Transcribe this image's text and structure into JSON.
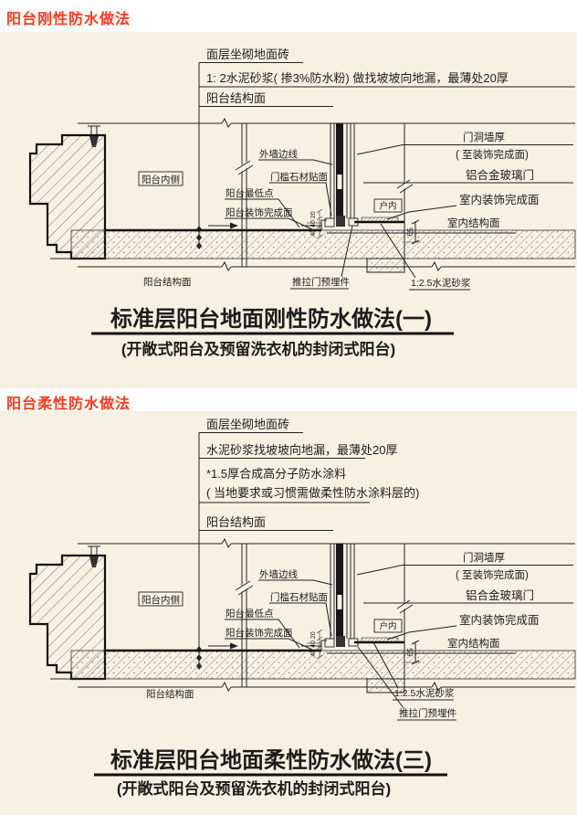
{
  "colors": {
    "heading_red": "#fa3a1c",
    "panel_bg": "#f6f1e1",
    "line": "#222222"
  },
  "section1": {
    "heading": "阳台刚性防水做法",
    "specs": {
      "line1": "面层坐砌地面砖",
      "line2": "1: 2水泥砂浆( 掺3%防水粉) 做找坡坡向地漏，最薄处20厚",
      "line3": "阳台结构面"
    },
    "labels": {
      "balcony_inside": "阳台内侧",
      "exterior_wall_edge": "外墙边线",
      "threshold_stone": "门槛石材贴面",
      "balcony_lowest_point": "阳台最低点",
      "balcony_finish_surface": "阳台装饰完成面",
      "balcony_structure_surface": "阳台结构面",
      "door_opening_wall_thickness": "门洞墙厚",
      "to_finish_surface": "( 至装饰完成面)",
      "aluminum_glass_door": "铝合金玻璃门",
      "indoor_finish_surface": "室内装饰完成面",
      "indoor_structure_surface": "室内结构面",
      "indoor": "户内",
      "mortar": "1:2.5水泥砂浆",
      "sliding_door_embed": "推拉门预埋件",
      "dim_65": "65",
      "dim_stack": "40 40 20"
    },
    "title": "标准层阳台地面刚性防水做法(一)",
    "subtitle": "(开敞式阳台及预留洗衣机的封闭式阳台)"
  },
  "section2": {
    "heading": "阳台柔性防水做法",
    "specs": {
      "line1": "面层坐砌地面砖",
      "line2": "水泥砂浆找坡坡向地漏，最薄处20厚",
      "line3": "*1.5厚合成高分子防水涂料",
      "line4": "( 当地要求或习惯需做柔性防水涂料层的)",
      "line5": "阳台结构面"
    },
    "labels": {
      "balcony_inside": "阳台内侧",
      "exterior_wall_edge": "外墙边线",
      "threshold_stone": "门槛石材贴面",
      "balcony_lowest_point": "阳台最低点",
      "balcony_finish_surface": "阳台装饰完成面",
      "balcony_structure_surface": "阳台结构面",
      "door_opening_wall_thickness": "门洞墙厚",
      "to_finish_surface": "( 至装饰完成面)",
      "aluminum_glass_door": "铝合金玻璃门",
      "indoor_finish_surface": "室内装饰完成面",
      "indoor_structure_surface": "室内结构面",
      "indoor": "户内",
      "mortar": "1:2.5水泥砂浆",
      "sliding_door_embed": "推拉门预埋件",
      "dim_65": "65",
      "dim_stack": "40 40 20"
    },
    "title": "标准层阳台地面柔性防水做法(三)",
    "subtitle": "(开敞式阳台及预留洗衣机的封闭式阳台)"
  }
}
